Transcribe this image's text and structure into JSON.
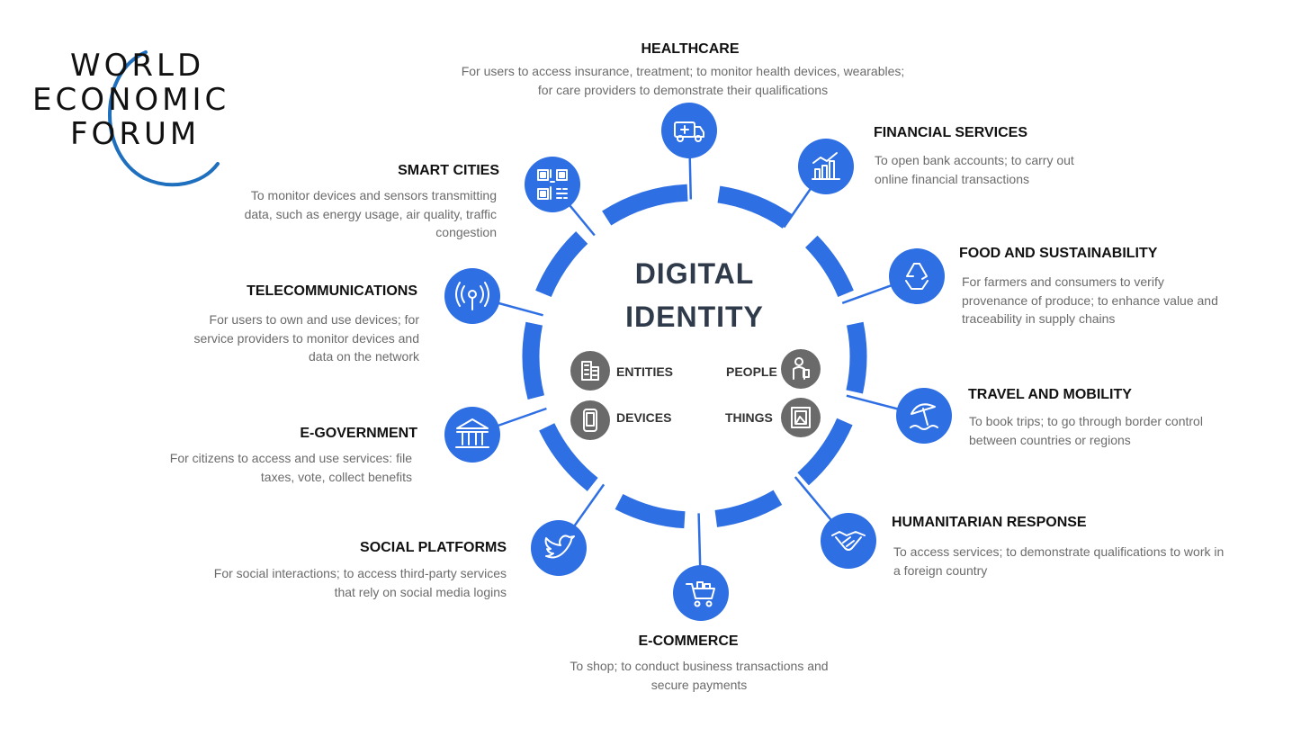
{
  "logo": {
    "line1": "WORLD",
    "line2": "ECONOMIC",
    "line3": "FORUM",
    "arc_color": "#1f6fbf"
  },
  "center": {
    "title_line1": "DIGITAL",
    "title_line2": "IDENTITY",
    "categories": [
      {
        "label": "ENTITIES",
        "icon": "building-icon"
      },
      {
        "label": "PEOPLE",
        "icon": "person-icon"
      },
      {
        "label": "DEVICES",
        "icon": "phone-icon"
      },
      {
        "label": "THINGS",
        "icon": "picture-icon"
      }
    ]
  },
  "colors": {
    "accent": "#2f6fe4",
    "category_circle": "#6a6a6a",
    "title_text": "#111111",
    "desc_text": "#6b6b6b"
  },
  "sectors": [
    {
      "id": "healthcare",
      "title": "HEALTHCARE",
      "desc_lines": [
        "For users to access insurance, treatment; to monitor health devices, wearables;",
        "for care providers to demonstrate their qualifications"
      ],
      "icon": "ambulance-icon"
    },
    {
      "id": "financial-services",
      "title": "FINANCIAL SERVICES",
      "desc_lines": [
        "To open bank accounts; to carry out",
        "online financial transactions"
      ],
      "icon": "growth-chart-icon"
    },
    {
      "id": "food-sustainability",
      "title": "FOOD AND SUSTAINABILITY",
      "desc_lines": [
        "For farmers and consumers to verify",
        "provenance of produce; to enhance value and",
        "traceability in supply chains"
      ],
      "icon": "recycle-icon"
    },
    {
      "id": "travel-mobility",
      "title": "TRAVEL AND MOBILITY",
      "desc_lines": [
        "To book trips; to go through border control",
        "between countries or regions"
      ],
      "icon": "beach-umbrella-icon"
    },
    {
      "id": "humanitarian-response",
      "title": "HUMANITARIAN RESPONSE",
      "desc_lines": [
        "To access services; to demonstrate qualifications to work in",
        "a foreign country"
      ],
      "icon": "handshake-icon"
    },
    {
      "id": "e-commerce",
      "title": "E-COMMERCE",
      "desc_lines": [
        "To shop; to conduct business transactions and",
        "secure payments"
      ],
      "icon": "shopping-cart-icon"
    },
    {
      "id": "social-platforms",
      "title": "SOCIAL PLATFORMS",
      "desc_lines": [
        "For social interactions; to access third-party services",
        "that rely on social media logins"
      ],
      "icon": "bird-icon"
    },
    {
      "id": "e-government",
      "title": "E-GOVERNMENT",
      "desc_lines": [
        "For citizens to access and use services: file",
        "taxes, vote, collect benefits"
      ],
      "icon": "government-building-icon"
    },
    {
      "id": "telecommunications",
      "title": "TELECOMMUNICATIONS",
      "desc_lines": [
        "For users to own and use devices; for",
        "service providers to monitor devices and",
        "data on the network"
      ],
      "icon": "antenna-icon"
    },
    {
      "id": "smart-cities",
      "title": "SMART CITIES",
      "desc_lines": [
        "To monitor devices and sensors transmitting",
        "data, such as energy usage, air quality, traffic",
        "congestion"
      ],
      "icon": "qr-code-icon"
    }
  ]
}
